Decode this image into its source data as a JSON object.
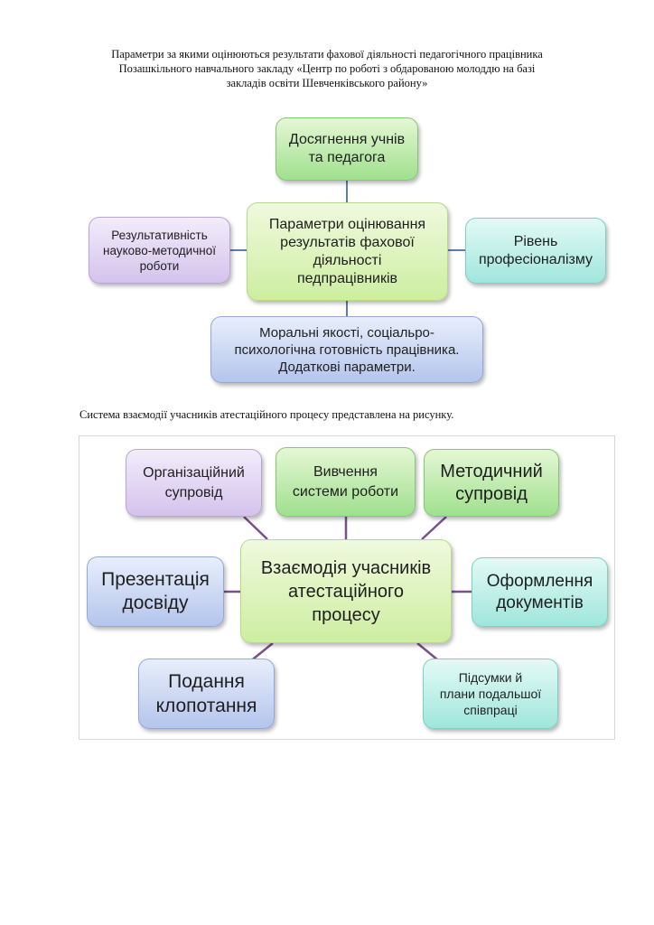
{
  "heading": {
    "line1": "Параметри за якими оцінюються результати фахової діяльності педагогічного працівника",
    "line2": "Позашкільного навчального закладу «Центр по роботі з обдарованою молоддю на базі",
    "line3": "закладів освіти Шевченківського району»"
  },
  "diagram1": {
    "center": {
      "line1": "Параметри оцінювання",
      "line2": "результатів фахової",
      "line3": "діяльності",
      "line4": "педпрацівників"
    },
    "top": {
      "line1": "Досягнення учнів",
      "line2": "та педагога"
    },
    "left": {
      "line1": "Результативність",
      "line2": "науково-методичної",
      "line3": "роботи"
    },
    "right": {
      "line1": "Рівень",
      "line2": "професіоналізму"
    },
    "bottom": {
      "line1": "Моральні якості, соціальро-",
      "line2": "психологічна готовність працівника.",
      "line3": "Додаткові параметри."
    }
  },
  "caption": "Система взаємодії учасників атестаційного процесу представлена на рисунку.",
  "diagram2": {
    "center": {
      "line1": "Взаємодія учасників",
      "line2": "атестаційного",
      "line3": "процесу"
    },
    "top_left": {
      "line1": "Організаційний",
      "line2": "супровід"
    },
    "top_mid": {
      "line1": "Вивчення",
      "line2": "системи роботи"
    },
    "top_right": {
      "line1": "Методичний",
      "line2": "супровід"
    },
    "mid_left": {
      "line1": "Презентація",
      "line2": "досвіду"
    },
    "mid_right": {
      "line1": "Оформлення",
      "line2": "документів"
    },
    "bottom_left": {
      "line1": "Подання",
      "line2": "клопотання"
    },
    "bottom_right": {
      "line1": "Підсумки й",
      "line2": "плани подальшої",
      "line3": "співпраці"
    }
  },
  "colors": {
    "connector_d1": "#5b7fa8",
    "connector_d2": "#7a4f8e",
    "green": "#9fe08d",
    "lime": "#cdeea0",
    "purple": "#d4c3ec",
    "teal": "#9fe6dc",
    "blue": "#b4c5ec"
  }
}
